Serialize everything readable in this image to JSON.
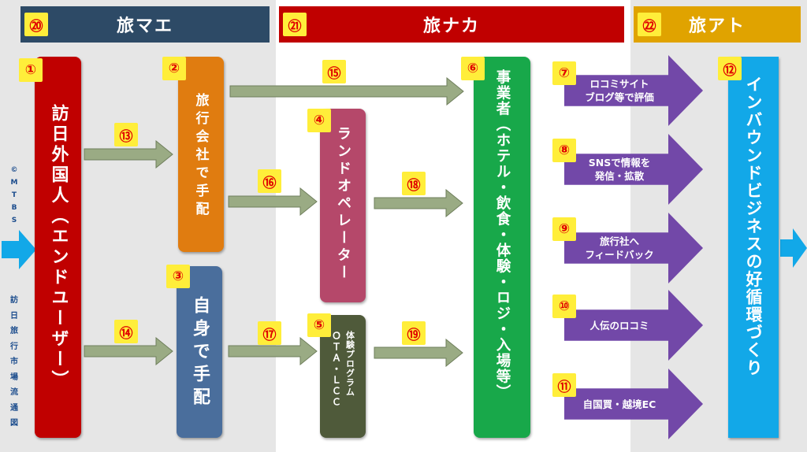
{
  "copyright": {
    "lines": [
      "©",
      "M",
      "T",
      "B",
      "S"
    ]
  },
  "side_label": {
    "chars": [
      "訪",
      "日",
      "旅",
      "行",
      "市",
      "場",
      "流",
      "通",
      "図"
    ]
  },
  "headers": [
    {
      "badge": "⑳",
      "label": "旅マエ",
      "color": "#2d4a66"
    },
    {
      "badge": "㉑",
      "label": "旅ナカ",
      "color": "#c00000"
    },
    {
      "badge": "㉒",
      "label": "旅アト",
      "color": "#e0a300"
    }
  ],
  "boxes": [
    {
      "badge": "①",
      "label": "訪日外国人（エンドユーザー）",
      "color": "#c00000"
    },
    {
      "badge": "②",
      "label": "旅行会社で手配",
      "color": "#e07c10"
    },
    {
      "badge": "③",
      "label": "自身で手配",
      "color": "#4a6e9c"
    },
    {
      "badge": "④",
      "label": "ランドオペレーター",
      "color": "#b5486a"
    },
    {
      "badge": "⑤",
      "label": "ＯＴＡ・ＬＣＣ体験プログラム",
      "line1": "ＯＴＡ・ＬＣＣ",
      "line2": "体験プログラム",
      "color": "#4f5a3a"
    },
    {
      "badge": "⑥",
      "label": "事業者（ホテル・飲食・体験・ロジ・入場等）",
      "color": "#18a84a"
    },
    {
      "badge": "⑫",
      "label": "インバウンドビジネスの好循環づくり",
      "color": "#12a8e8"
    }
  ],
  "flow_badges": [
    "⑬",
    "⑭",
    "⑮",
    "⑯",
    "⑰",
    "⑱",
    "⑲"
  ],
  "outcomes": [
    {
      "badge": "⑦",
      "line1": "ロコミサイト",
      "line2": "ブログ等で評価"
    },
    {
      "badge": "⑧",
      "line1": "SNSで情報を",
      "line2": "発信・拡散"
    },
    {
      "badge": "⑨",
      "line1": "旅行社へ",
      "line2": "フィードバック"
    },
    {
      "badge": "⑩",
      "line1": "人伝のロコミ",
      "line2": ""
    },
    {
      "badge": "⑪",
      "line1": "自国買・越境EC",
      "line2": ""
    }
  ],
  "colors": {
    "flow_arrow": "#9aab84",
    "flow_arrow_border": "#6f7f5c",
    "outcome_arrow": "#7248a8",
    "cyan_arrow": "#12a8e8"
  }
}
